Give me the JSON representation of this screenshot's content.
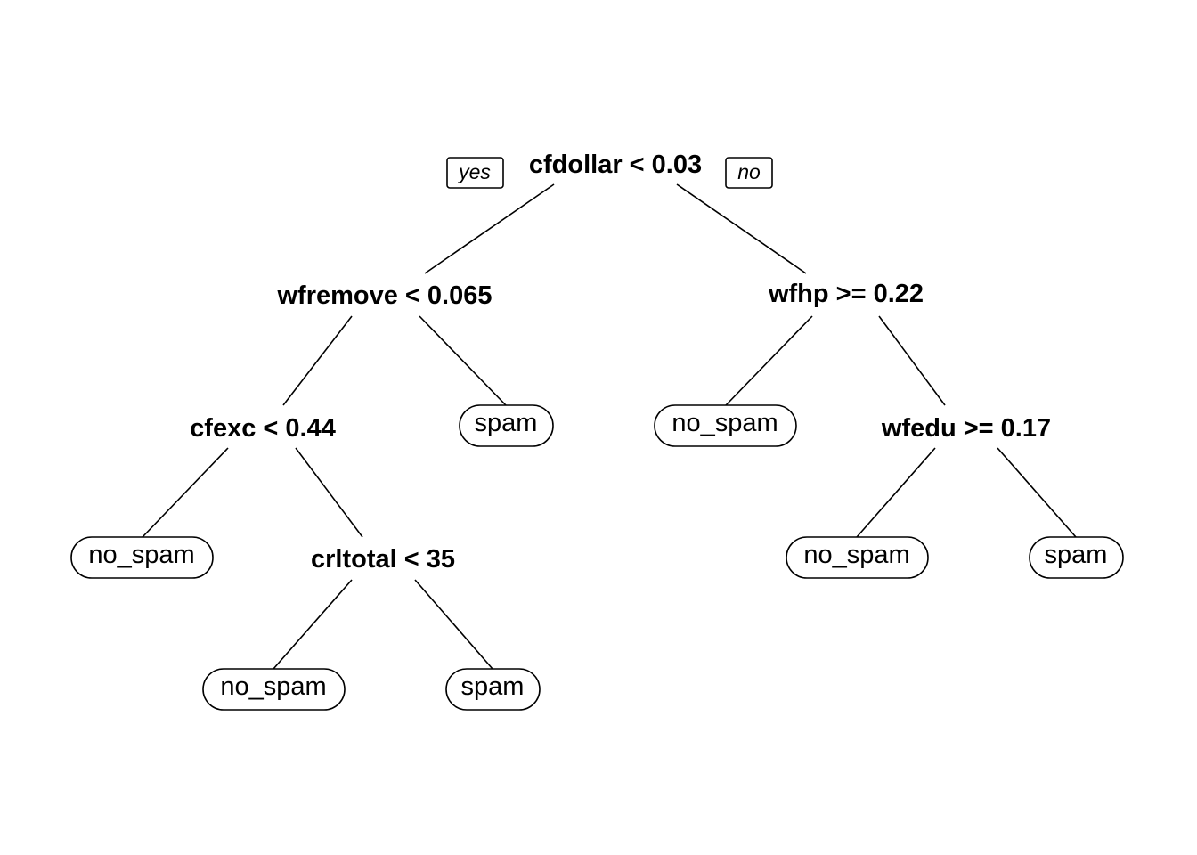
{
  "tree": {
    "branch_labels": {
      "yes": "yes",
      "no": "no"
    },
    "nodes": {
      "root": {
        "label": "cfdollar < 0.03"
      },
      "wfremove": {
        "label": "wfremove < 0.065"
      },
      "wfhp": {
        "label": "wfhp >= 0.22"
      },
      "cfexc": {
        "label": "cfexc < 0.44"
      },
      "leaf_wfremove_no": {
        "label": "spam"
      },
      "leaf_wfhp_yes": {
        "label": "no_spam"
      },
      "wfedu": {
        "label": "wfedu >= 0.17"
      },
      "leaf_cfexc_yes": {
        "label": "no_spam"
      },
      "crltotal": {
        "label": "crltotal < 35"
      },
      "leaf_wfedu_yes": {
        "label": "no_spam"
      },
      "leaf_wfedu_no": {
        "label": "spam"
      },
      "leaf_crltotal_yes": {
        "label": "no_spam"
      },
      "leaf_crltotal_no": {
        "label": "spam"
      }
    }
  }
}
